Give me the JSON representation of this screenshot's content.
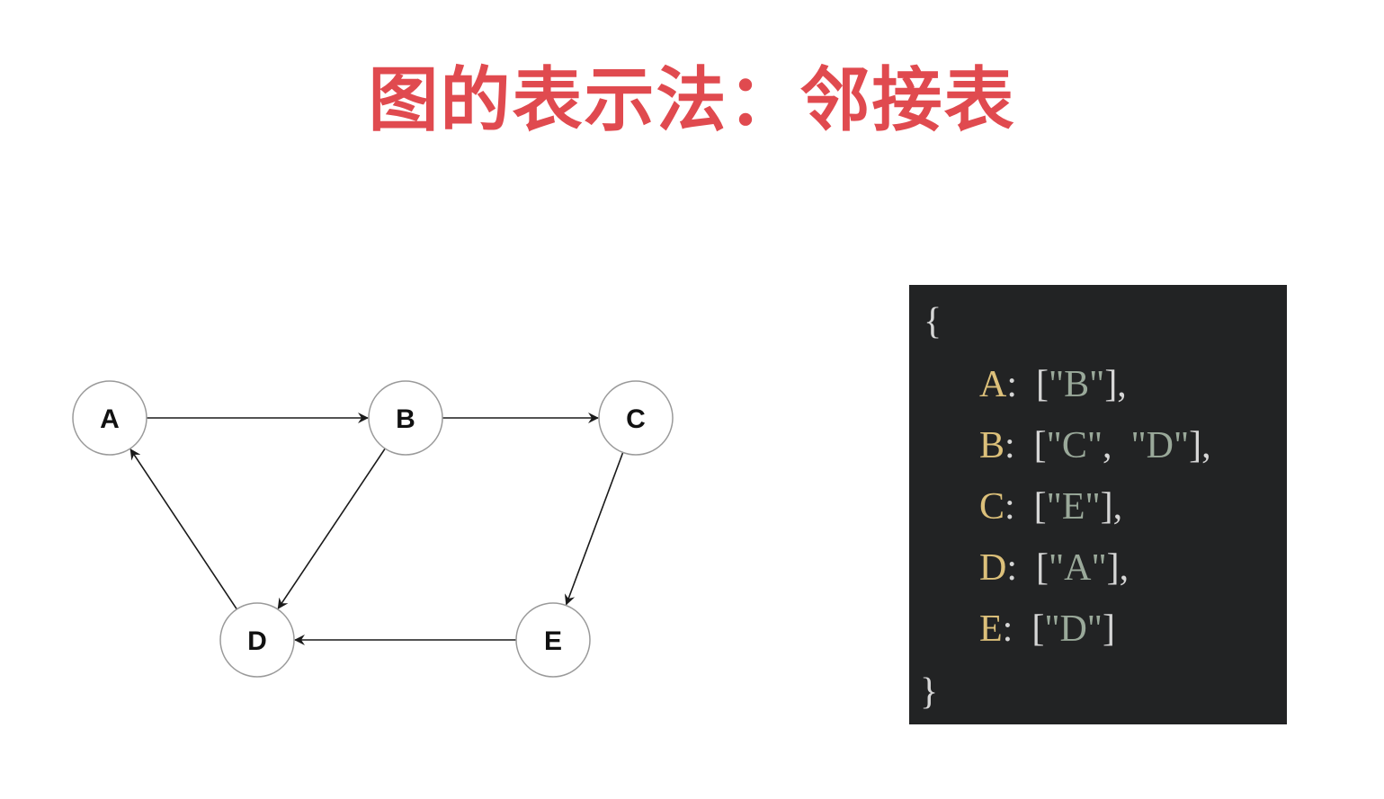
{
  "title": {
    "text": "图的表示法：邻接表",
    "color": "#e04a4f"
  },
  "graph": {
    "nodes": [
      "A",
      "B",
      "C",
      "D",
      "E"
    ],
    "edges": [
      [
        "A",
        "B"
      ],
      [
        "B",
        "C"
      ],
      [
        "B",
        "D"
      ],
      [
        "C",
        "E"
      ],
      [
        "D",
        "A"
      ],
      [
        "E",
        "D"
      ]
    ]
  },
  "adjacency_list": {
    "open_brace": "{",
    "close_brace": "}",
    "entries": [
      {
        "key": "A",
        "values": [
          "\"B\""
        ],
        "trailing": ","
      },
      {
        "key": "B",
        "values": [
          "\"C\"",
          "\"D\""
        ],
        "trailing": ","
      },
      {
        "key": "C",
        "values": [
          "\"E\""
        ],
        "trailing": ","
      },
      {
        "key": "D",
        "values": [
          "\"A\""
        ],
        "trailing": ","
      },
      {
        "key": "E",
        "values": [
          "\"D\""
        ],
        "trailing": ""
      }
    ]
  }
}
